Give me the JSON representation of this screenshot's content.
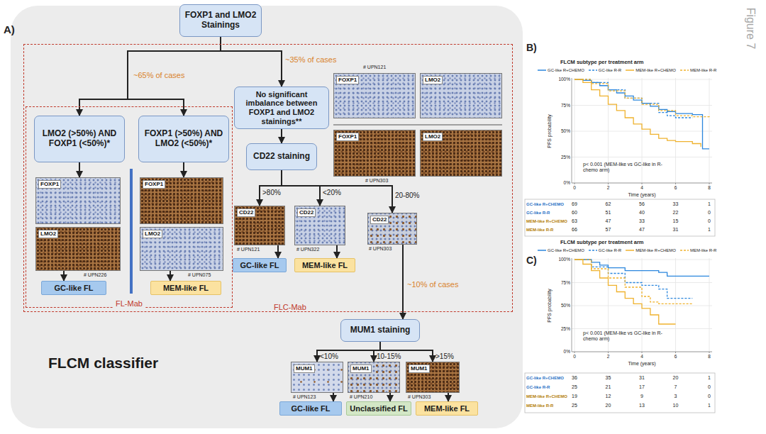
{
  "diagram": {
    "nodes": [
      {
        "text": [
          "FLCM classifier"
        ]
      },
      {
        "text": [
          "FOXP1 and LMO2 Stainings"
        ],
        "in": 0
      },
      {
        "text": [
          "FLC-Mab"
        ],
        "in": 0
      },
      {
        "text": [
          "FL-Mab"
        ],
        "in": 2
      },
      {
        "text": [
          "LMO2 (>50%) AND FOXP1 (<50%)*"
        ],
        "in": 3
      },
      {
        "text": [
          "FOXP1 (>50%) AND LMO2 (<50%)*"
        ],
        "in": 3
      },
      {
        "text": [
          "FOXP1"
        ],
        "in": 3
      },
      {
        "text": [
          "LMO2"
        ],
        "in": 3
      },
      {
        "text": [
          "FOXP1"
        ],
        "in": 3
      },
      {
        "text": [
          "LMO2"
        ],
        "in": 3
      },
      {
        "text": [
          "GC-like FL"
        ],
        "in": 3
      },
      {
        "text": [
          "MEM-like FL"
        ],
        "in": 3
      },
      {
        "text": [
          "No significant imbalance between FOXP1 and LMO2 stainings**"
        ],
        "in": 2
      },
      {
        "text": [
          "FOXP1"
        ],
        "in": 2
      },
      {
        "text": [
          "LMO2"
        ],
        "in": 2
      },
      {
        "text": [
          "FOXP1"
        ],
        "in": 2
      },
      {
        "text": [
          "LMO2"
        ],
        "in": 2
      },
      {
        "text": [
          "CD22 staining"
        ],
        "in": 2
      },
      {
        "text": [
          "CD22"
        ],
        "in": 2
      },
      {
        "text": [
          "CD22"
        ],
        "in": 2
      },
      {
        "text": [
          "CD22"
        ],
        "in": 2
      },
      {
        "text": [
          "GC-like FL"
        ],
        "in": 2
      },
      {
        "text": [
          "MEM-like FL"
        ],
        "in": 2
      },
      {
        "text": [
          "MUM1 staining"
        ],
        "in": 0
      },
      {
        "text": [
          "MUM1"
        ],
        "in": 0
      },
      {
        "text": [
          "MUM1"
        ],
        "in": 0
      },
      {
        "text": [
          "MUM1"
        ],
        "in": 0
      },
      {
        "text": [
          "GC-like FL"
        ],
        "in": 0
      },
      {
        "text": [
          "Unclassified FL"
        ],
        "in": 0
      },
      {
        "text": [
          "MEM-like FL"
        ],
        "in": 0
      }
    ],
    "edges": [
      {
        "from": 1,
        "to": 4,
        "arrow": "to"
      },
      {
        "from": 1,
        "to": 5,
        "arrow": "to"
      },
      {
        "from": 1,
        "to": 12,
        "arrow": "to"
      },
      {
        "from": 4,
        "to": 6,
        "arrow": "to"
      },
      {
        "from": 7,
        "to": 10,
        "arrow": "to"
      },
      {
        "from": 5,
        "to": 8,
        "arrow": "to"
      },
      {
        "from": 9,
        "to": 11,
        "arrow": "to"
      },
      {
        "from": 12,
        "to": 17,
        "arrow": "to"
      },
      {
        "from": 17,
        "to": 18,
        "arrow": "to"
      },
      {
        "from": 17,
        "to": 19,
        "arrow": "to"
      },
      {
        "from": 17,
        "to": 20,
        "arrow": "to"
      },
      {
        "from": 18,
        "to": 21,
        "arrow": "to"
      },
      {
        "from": 19,
        "to": 22,
        "arrow": "to"
      },
      {
        "from": 20,
        "to": 23,
        "arrow": "to"
      },
      {
        "from": 23,
        "to": 24,
        "arrow": "to"
      },
      {
        "from": 23,
        "to": 25,
        "arrow": "to"
      },
      {
        "from": 23,
        "to": 26,
        "arrow": "to"
      },
      {
        "from": 24,
        "to": 27,
        "arrow": "to"
      },
      {
        "from": 25,
        "to": 28,
        "arrow": "to"
      },
      {
        "from": 26,
        "to": 29,
        "arrow": "to"
      }
    ],
    "labels": [
      "A)",
      "~65% of cases",
      "~35% of cases",
      "# UPN226",
      "# UPN075",
      "# UPN121",
      "# UPN303",
      ">80%",
      "<20%",
      "20-80%",
      "# UPN121",
      "# UPN322",
      "# UPN303",
      "~10% of cases",
      "<10%",
      "10-15%",
      ">15%",
      "# UPN123",
      "# UPN210",
      "# UPN303",
      "B)",
      "C)",
      "Figure 7",
      "FLCM subtype per treatment arm",
      "PFS probability",
      "100%",
      "75%",
      "50%",
      "25%",
      "0%",
      "0",
      "2",
      "4",
      "6",
      "8",
      "Time (years)",
      "p< 0.001 (MEM-like vs GC-like in R-chemo arm)",
      "GC-like R+CHEMO",
      "GC-like R-R",
      "MEM-like R+CHEMO",
      "MEM-like R-R",
      "69",
      "62",
      "56",
      "33",
      "1",
      "60",
      "51",
      "40",
      "22",
      "0",
      "63",
      "47",
      "33",
      "15",
      "0",
      "66",
      "57",
      "47",
      "31",
      "1",
      "FLCM subtype per treatment arm",
      "PFS probability",
      "100%",
      "75%",
      "50%",
      "25%",
      "0%",
      "0",
      "2",
      "4",
      "6",
      "8",
      "Time (years)",
      "p< 0.001 (MEM-like vs GC-like in R-chemo arm)",
      "GC-like R+CHEMO",
      "GC-like R-R",
      "MEM-like R+CHEMO",
      "MEM-like R-R",
      "36",
      "35",
      "31",
      "20",
      "1",
      "25",
      "21",
      "17",
      "7",
      "0",
      "19",
      "12",
      "9",
      "3",
      "0",
      "25",
      "20",
      "13",
      "10",
      "1"
    ],
    "legend": [
      {
        "text": "GC-like R+CHEMO"
      },
      {
        "text": "GC-like R-R"
      },
      {
        "text": "MEM-like R+CHEMO"
      },
      {
        "text": "MEM-like R-R"
      },
      {
        "text": "GC-like R+CHEMO"
      },
      {
        "text": "GC-like R-R"
      },
      {
        "text": "MEM-like R+CHEMO"
      },
      {
        "text": "MEM-like R-R"
      }
    ]
  }
}
